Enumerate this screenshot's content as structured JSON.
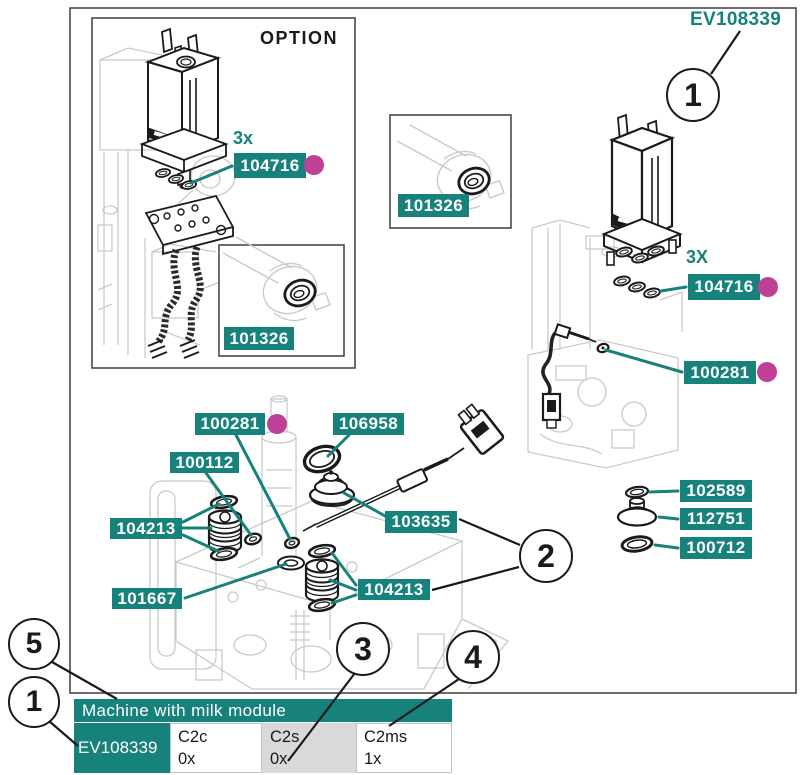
{
  "doc": {
    "ref": "EV108339"
  },
  "colors": {
    "teal": "#17827B",
    "magenta": "#BE4197",
    "sketch_gray": "#C7CBC8",
    "cell_gray": "#D9D9D9"
  },
  "option": {
    "title": "OPTION",
    "qty": "3x",
    "part_104716": "104716",
    "inset_part_101326": "101326"
  },
  "detail": {
    "part_101326": "101326"
  },
  "right": {
    "qty": "3X",
    "part_104716": "104716",
    "part_100281": "100281"
  },
  "fittings": {
    "part_102589": "102589",
    "part_112751": "112751",
    "part_100712": "100712"
  },
  "center": {
    "part_100281": "100281",
    "part_100112": "100112",
    "part_104213_left": "104213",
    "part_101667": "101667",
    "part_106958": "106958",
    "part_103635": "103635",
    "part_104213_right": "104213"
  },
  "callouts": {
    "n1_top": "1",
    "n2": "2",
    "n3": "3",
    "n4": "4",
    "n5": "5",
    "n1_bottom": "1"
  },
  "table": {
    "title": "Machine with milk module",
    "row_header": "EV108339",
    "cells": [
      {
        "model": "C2c",
        "qty": "0x"
      },
      {
        "model": "C2s",
        "qty": "0x"
      },
      {
        "model": "C2ms",
        "qty": "1x"
      }
    ]
  }
}
